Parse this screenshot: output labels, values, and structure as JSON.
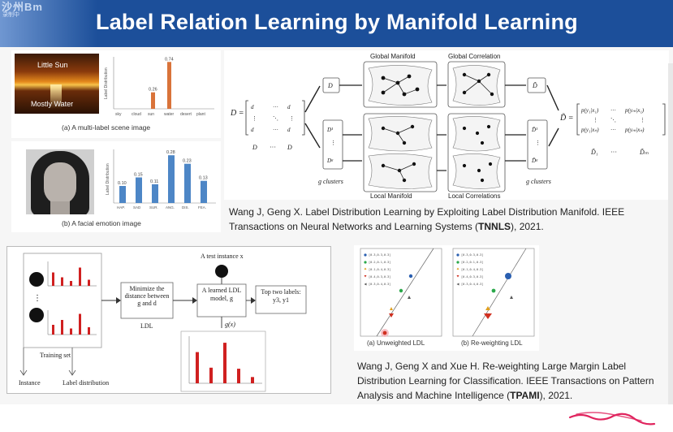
{
  "banner": {
    "watermark": "沙州Bm",
    "sub_label": "录制中",
    "title": "Label Relation Learning by Manifold Learning"
  },
  "fig_scene": {
    "text_top": "Little Sun",
    "text_bottom": "Mostly Water",
    "caption": "(a) A multi-label scene image",
    "ylabel": "Label Distribution",
    "categories": [
      "sky",
      "cloud",
      "sun",
      "water",
      "desert",
      "plant"
    ],
    "bar_labels": [
      "0.26",
      "0.74"
    ]
  },
  "fig_face": {
    "caption": "(b) A facial emotion image",
    "ylabel": "Label Distribution",
    "categories": [
      "HAP.",
      "SAD",
      "SUR.",
      "ANG.",
      "DIS.",
      "FEA."
    ],
    "values": [
      0.1,
      0.15,
      0.11,
      0.28,
      0.23,
      0.13
    ],
    "bar_labels": [
      "0.10",
      "0.15",
      "0.11",
      "0.28",
      "0.23",
      "0.13"
    ]
  },
  "manifold_fig": {
    "global_manifold": "Global Manifold",
    "global_correlation": "Global Correlation",
    "local_manifold": "Local Manifold",
    "local_correlations": "Local Correlations",
    "g_clusters_left": "g clusters",
    "g_clusters_right": "g clusters"
  },
  "ref1": {
    "text": "Wang J, Geng X. Label Distribution Learning by Exploiting Label Distribution Manifold. IEEE Transactions on Neural Networks and Learning Systems (",
    "venue": "TNNLS",
    "tail": "), 2021."
  },
  "ldl_fig": {
    "box_minimize": "Minimize the distance between g and d",
    "ldl_label": "LDL",
    "test_instance": "A test instance x",
    "box_model": "A learned LDL model, g",
    "box_top_two": "Top two labels: y3, y1",
    "gx_label": "g(x)",
    "training_set": "Training set",
    "instance": "Instance",
    "label_distribution": "Label distribution"
  },
  "rw_fig": {
    "caption_a": "(a)  Unweighted LDL",
    "caption_b": "(b)  Re-weighting LDL"
  },
  "ref2": {
    "text": "Wang J, Geng X and Xue H. Re-weighting Large Margin Label Distribution Learning for Classification. IEEE Transactions on Pattern Analysis and Machine Intelligence (",
    "venue": "TPAMI",
    "tail": "), 2021."
  },
  "colors": {
    "banner": "#1c4f9a",
    "bar_orange": "#d9733a",
    "bar_blue": "#4d86c6",
    "bar_red": "#d02020",
    "annotation": "#e0245e"
  }
}
